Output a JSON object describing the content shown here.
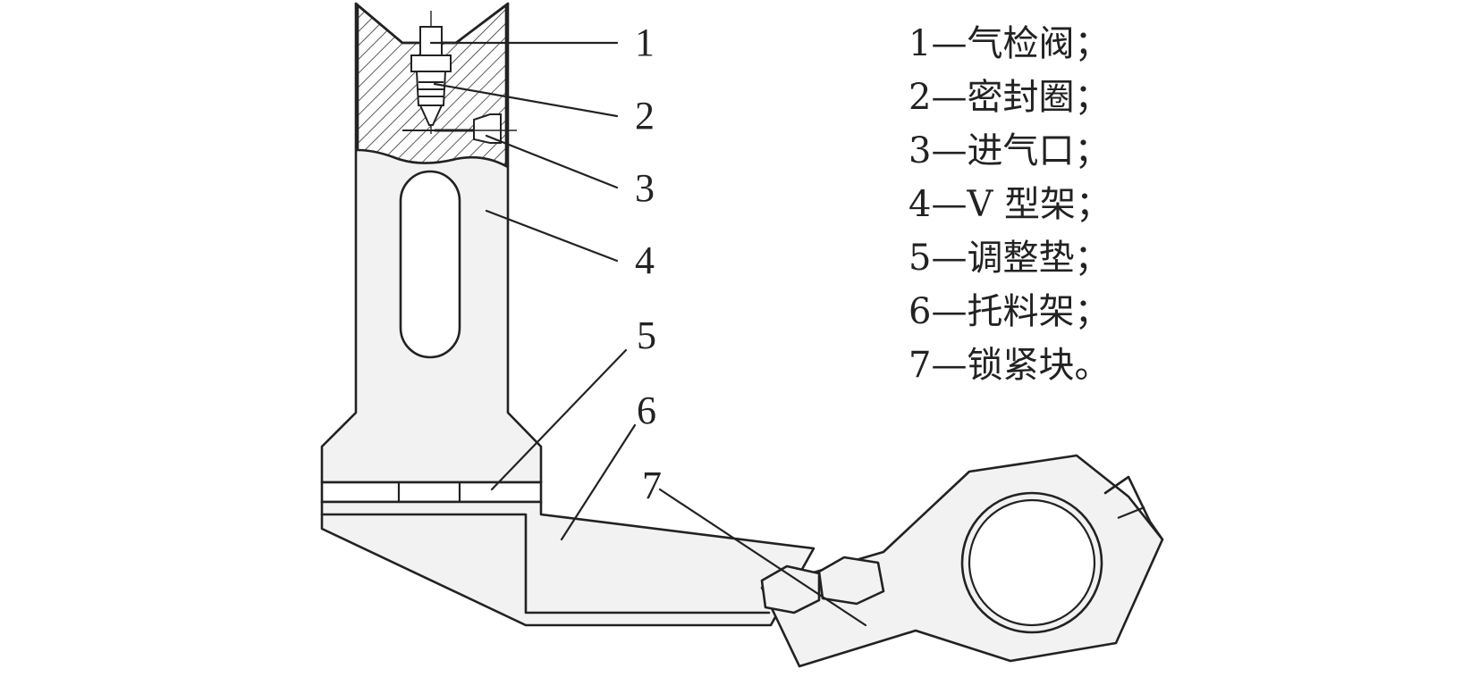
{
  "diagram": {
    "callouts": [
      "1",
      "2",
      "3",
      "4",
      "5",
      "6",
      "7"
    ],
    "legend": [
      "1—气检阀；",
      "2—密封圈；",
      "3—进气口；",
      "4—V 型架；",
      "5—调整垫；",
      "6—托料架；",
      "7—锁紧块。"
    ]
  }
}
